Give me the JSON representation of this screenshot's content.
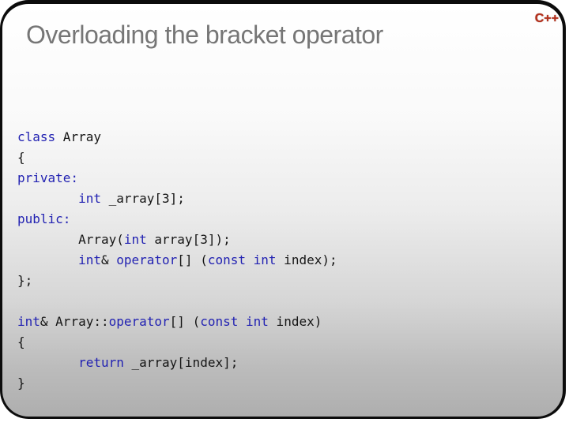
{
  "slide": {
    "title": "Overloading the bracket operator",
    "logo_text": "C++",
    "colors": {
      "keyword": "#2222b2",
      "plain": "#151515",
      "title": "#767676",
      "logo": "#b5301c"
    }
  },
  "code": {
    "language": "cpp",
    "lines": [
      [
        {
          "t": "class",
          "k": true
        },
        {
          "t": " Array"
        }
      ],
      [
        {
          "t": "{"
        }
      ],
      [
        {
          "t": "private:",
          "k": true
        }
      ],
      [
        {
          "t": "        "
        },
        {
          "t": "int",
          "k": true
        },
        {
          "t": " _array[3];"
        }
      ],
      [
        {
          "t": "public:",
          "k": true
        }
      ],
      [
        {
          "t": "        Array("
        },
        {
          "t": "int",
          "k": true
        },
        {
          "t": " array[3]);"
        }
      ],
      [
        {
          "t": "        "
        },
        {
          "t": "int",
          "k": true
        },
        {
          "t": "& "
        },
        {
          "t": "operator",
          "k": true
        },
        {
          "t": "[] ("
        },
        {
          "t": "const",
          "k": true
        },
        {
          "t": " "
        },
        {
          "t": "int",
          "k": true
        },
        {
          "t": " index);"
        }
      ],
      [
        {
          "t": "};"
        }
      ],
      [],
      [
        {
          "t": "int",
          "k": true
        },
        {
          "t": "& Array::"
        },
        {
          "t": "operator",
          "k": true
        },
        {
          "t": "[] ("
        },
        {
          "t": "const",
          "k": true
        },
        {
          "t": " "
        },
        {
          "t": "int",
          "k": true
        },
        {
          "t": " index)"
        }
      ],
      [
        {
          "t": "{"
        }
      ],
      [
        {
          "t": "        "
        },
        {
          "t": "return",
          "k": true
        },
        {
          "t": " _array[index];"
        }
      ],
      [
        {
          "t": "}"
        }
      ]
    ]
  }
}
